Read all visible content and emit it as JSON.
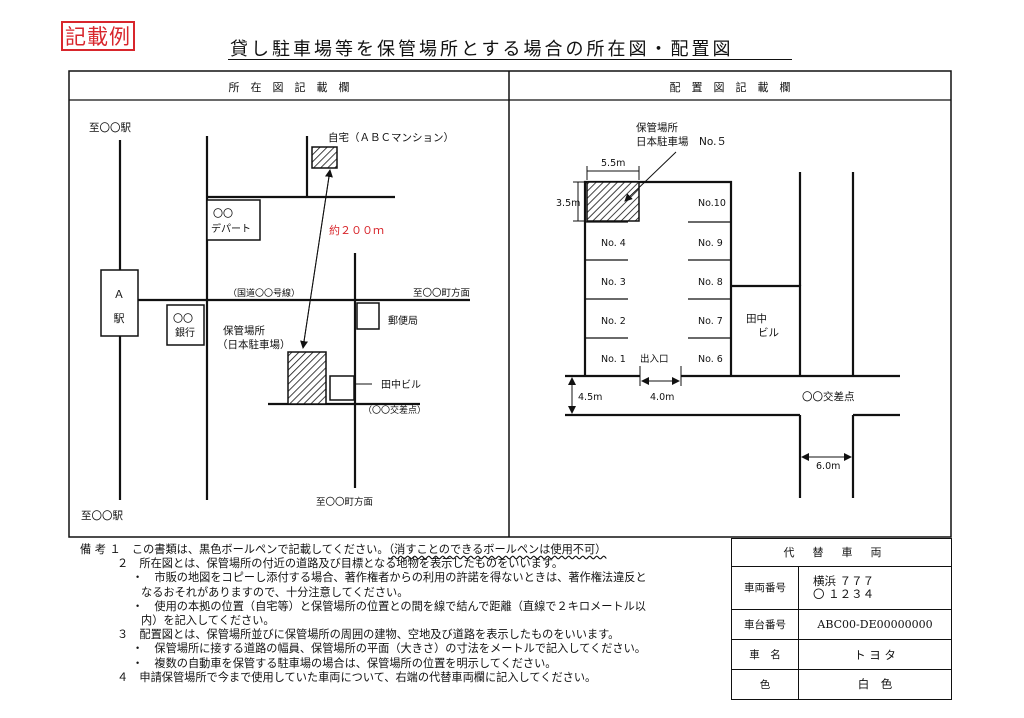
{
  "stamp": "記載例",
  "title": "貸し駐車場等を保管場所とする場合の所在図・配置図",
  "left_panel": {
    "header": "所　在　図　記　載　欄",
    "labels": {
      "to_station_top": "至〇〇駅",
      "to_station_bottom": "至〇〇駅",
      "home": "自宅（ＡＢＣマンション）",
      "department_1": "〇〇",
      "department_2": "デパート",
      "distance": "約２００ｍ",
      "station_a_1": "Ａ",
      "station_a_2": "駅",
      "bank_1": "〇〇",
      "bank_2": "銀行",
      "national_road": "（国道〇〇号線）",
      "to_town_right": "至〇〇町方面",
      "to_town_bottom": "至〇〇町方面",
      "post_office": "郵便局",
      "storage_1": "保管場所",
      "storage_2": "（日本駐車場）",
      "tanaka_bldg": "田中ビル",
      "intersection": "（〇〇交差点）"
    }
  },
  "right_panel": {
    "header": "配　置　図　記　載　欄",
    "labels": {
      "storage_1": "保管場所",
      "storage_2": "日本駐車場　No.５",
      "dim_width": "5.5m",
      "dim_depth": "3.5m",
      "tanaka_1": "田中",
      "tanaka_2": "ビル",
      "entrance": "出入口",
      "dim_road": "4.5m",
      "dim_entrance": "4.0m",
      "intersection": "〇〇交差点",
      "dim_road2": "6.0m"
    },
    "slots_left": [
      "No. 4",
      "No. 3",
      "No. 2",
      "No. 1"
    ],
    "slots_right": [
      "No.10",
      "No. 9",
      "No. 8",
      "No. 7",
      "No. 6"
    ]
  },
  "remarks": [
    {
      "prefix": "備 考 １",
      "text": "この書類は、黒色ボールペンで記載してください。",
      "wavy": "（消すことのできるボールペンは使用不可）"
    },
    {
      "prefix": "２",
      "text": "所在図とは、保管場所の付近の道路及び目標となる地物を表示したものをいいます。"
    },
    {
      "prefix": "・",
      "text": "市販の地図をコピーし添付する場合、著作権者からの利用の許諾を得ないときは、著作権法違反と"
    },
    {
      "prefix": "",
      "text": "なるおそれがありますので、十分注意してください。"
    },
    {
      "prefix": "・",
      "text": "使用の本拠の位置（自宅等）と保管場所の位置との間を線で結んで距離（直線で２キロメートル以"
    },
    {
      "prefix": "",
      "text": "内）を記入してください。"
    },
    {
      "prefix": "３",
      "text": "配置図とは、保管場所並びに保管場所の周囲の建物、空地及び道路を表示したものをいいます。"
    },
    {
      "prefix": "・",
      "text": "保管場所に接する道路の幅員、保管場所の平面（大きさ）の寸法をメートルで記入してください。"
    },
    {
      "prefix": "・",
      "text": "複数の自動車を保管する駐車場の場合は、保管場所の位置を明示してください。"
    },
    {
      "prefix": "４",
      "text": "申請保管場所で今まで使用していた車両について、右端の代替車両欄に記入してください。"
    }
  ],
  "replacement_vehicle": {
    "header": "代替車両",
    "rows": [
      {
        "key": "車両番号",
        "value": "横浜 ７７７\n〇 １２３４"
      },
      {
        "key": "車台番号",
        "value": "ABC00-DE00000000"
      },
      {
        "key": "車　名",
        "value": "ト ヨ タ"
      },
      {
        "key": "色",
        "value": "白　色"
      }
    ]
  }
}
